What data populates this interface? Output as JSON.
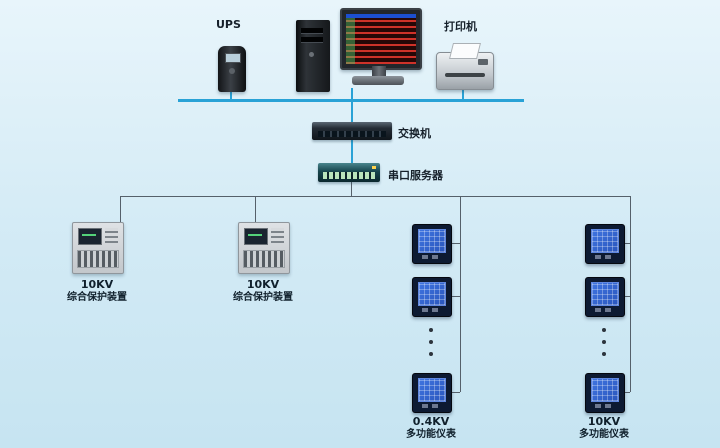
{
  "labels": {
    "ups": "UPS",
    "printer": "打印机",
    "switch": "交换机",
    "serial_server": "串口服务器"
  },
  "protection_devices": [
    {
      "voltage": "10KV",
      "name": "综合保护装置"
    },
    {
      "voltage": "10KV",
      "name": "综合保护装置"
    }
  ],
  "meter_columns": [
    {
      "voltage": "0.4KV",
      "name": "多功能仪表"
    },
    {
      "voltage": "10KV",
      "name": "多功能仪表"
    }
  ],
  "colors": {
    "background_top": "#e8f5fb",
    "background_bottom": "#c6e4f1",
    "bus_line": "#29a2d6",
    "branch_line": "#55606a",
    "meter_body": "#0d1a32",
    "meter_screen": "#3f74e0",
    "monitor_screen_red": "#e1372d",
    "server_body": "#16444c"
  },
  "icons": {
    "ups_tower": "ups-tower-illustration",
    "pc_tower": "pc-tower-illustration",
    "monitor": "crt-monitor-illustration",
    "printer": "printer-illustration",
    "switch": "rack-switch-illustration",
    "serial_server": "serial-server-illustration",
    "protection_device": "relay-protection-illustration",
    "power_meter": "multifunction-meter-illustration"
  }
}
